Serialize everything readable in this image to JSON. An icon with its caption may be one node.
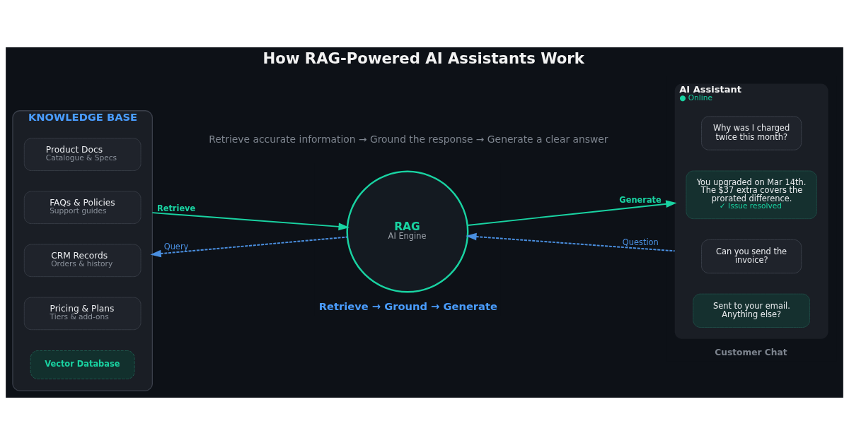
{
  "diagram": {
    "title": "How RAG-Powered AI Assistants Work",
    "nodes": [
      {
        "text": [
          "KNOWLEDGE BASE"
        ]
      },
      {
        "text": [
          "Product Docs",
          "Catalogue & Specs"
        ],
        "in": 0
      },
      {
        "text": [
          "FAQs & Policies",
          "Support guides"
        ],
        "in": 0
      },
      {
        "text": [
          "CRM Records",
          "Orders & history"
        ],
        "in": 0
      },
      {
        "text": [
          "Pricing & Plans",
          "Tiers & add-ons"
        ],
        "in": 0
      },
      {
        "text": [
          "Vector Database"
        ],
        "in": 0
      },
      {
        "text": [
          "RAG",
          "AI Engine"
        ],
        "beside": [
          "Retrieve → Ground → Generate"
        ]
      },
      {
        "text": [
          "AI Assistant",
          "● Online"
        ],
        "beside": [
          "Customer Chat"
        ]
      },
      {
        "text": [
          "Why was I charged twice this month?"
        ],
        "in": 7
      },
      {
        "text": [
          "You upgraded on Mar 14th. The $37 extra covers the prorated difference.",
          "✓ Issue resolved"
        ],
        "in": 7
      },
      {
        "text": [
          "Can you send the invoice?"
        ],
        "in": 7
      },
      {
        "text": [
          "Sent to your email. Anything else?"
        ],
        "in": 7
      }
    ],
    "edges": [
      {
        "from": 0,
        "to": 6,
        "arrow": "to",
        "label": "Retrieve",
        "color": "#19d3a2"
      },
      {
        "from": 6,
        "to": 0,
        "arrow": "to",
        "label": "Query",
        "style": "dashed",
        "color": "#4a8fe0"
      },
      {
        "from": 6,
        "to": 7,
        "arrow": "to",
        "label": "Generate",
        "color": "#19d3a2"
      },
      {
        "from": 7,
        "to": 6,
        "arrow": "to",
        "label": "Question",
        "style": "dashed",
        "color": "#4a8fe0"
      }
    ],
    "labels": [
      "Retrieve accurate information → Ground the response → Generate a clear answer"
    ]
  }
}
